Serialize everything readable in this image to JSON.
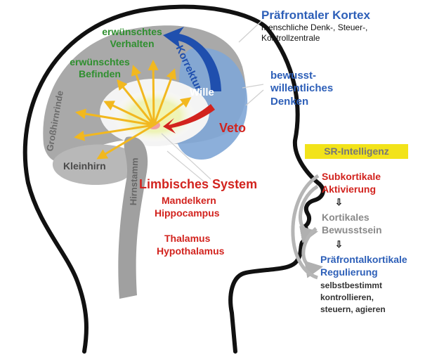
{
  "labels": {
    "praefrontaler_kortex": "Präfrontaler Kortex",
    "praefrontal_desc_1": "menschliche Denk-, Steuer-,",
    "praefrontal_desc_2": "Kontrollzentrale",
    "bewusst_1": "bewusst-",
    "bewusst_2": "willentliches",
    "bewusst_3": "Denken",
    "erwuenscht_verhalten_1": "erwünschtes",
    "erwuenscht_verhalten_2": "Verhalten",
    "erwuenscht_befinden_1": "erwünschtes",
    "erwuenscht_befinden_2": "Befinden",
    "korrektur": "Korrektur",
    "wille": "Wille",
    "veto": "Veto",
    "grosshirnrinde": "Großhirnrinde",
    "kleinhirn": "Kleinhirn",
    "hirnstamm": "Hirnstamm",
    "limbisches_system": "Limbisches System",
    "mandelkern": "Mandelkern",
    "hippocampus": "Hippocampus",
    "thalamus": "Thalamus",
    "hypothalamus": "Hypothalamus"
  },
  "sr_panel": {
    "title": "SR-Intelligenz",
    "step1_1": "Subkortikale",
    "step1_2": "Aktivierung",
    "arrow": "⇩",
    "step2_1": "Kortikales",
    "step2_2": "Bewusstsein",
    "step3_1": "Präfrontalkortikale",
    "step3_2": "Regulierung",
    "step3_desc_1": "selbstbestimmt",
    "step3_desc_2": "kontrollieren,",
    "step3_desc_3": "steuern, agieren"
  },
  "colors": {
    "green": "#2f8f2f",
    "blue": "#2d5fb8",
    "red": "#d2231e",
    "gray": "#8a8a8a",
    "yellow": "#f2e31a",
    "arrow_orange": "#f2b81f"
  }
}
